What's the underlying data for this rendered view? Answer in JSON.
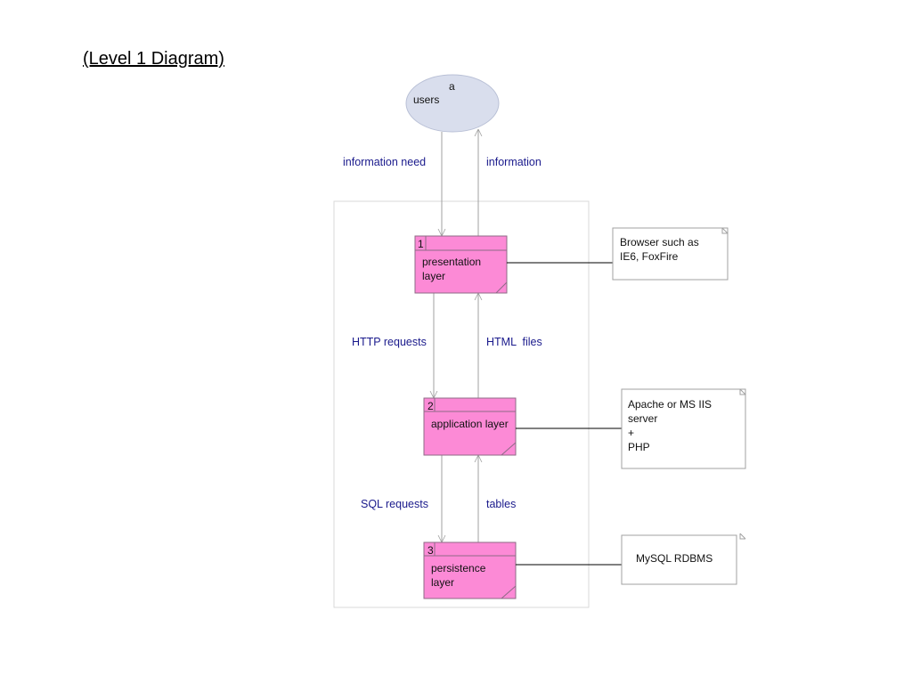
{
  "title": "(Level 1 Diagram)",
  "external_entity": {
    "id": "a",
    "name": "users"
  },
  "flows": {
    "users_to_presentation": "information need",
    "presentation_to_users": "information",
    "presentation_to_application": "HTTP requests",
    "application_to_presentation": "HTML  files",
    "application_to_persistence": "SQL requests",
    "persistence_to_application": "tables"
  },
  "processes": [
    {
      "number": "1",
      "name": "presentation layer"
    },
    {
      "number": "2",
      "name": "application layer"
    },
    {
      "number": "3",
      "name": "persistence layer"
    }
  ],
  "notes": [
    {
      "text": "Browser such as\nIE6, FoxFire"
    },
    {
      "text": "Apache or MS IIS\nserver\n +\nPHP"
    },
    {
      "text": "MySQL RDBMS"
    }
  ],
  "colors": {
    "process_fill": "#fc8ad6",
    "process_stroke": "#8e6a86",
    "entity_fill": "#d9deed",
    "entity_stroke": "#b9c0d6",
    "flow_label": "#1a1a8c",
    "line": "#a0a0a0"
  }
}
